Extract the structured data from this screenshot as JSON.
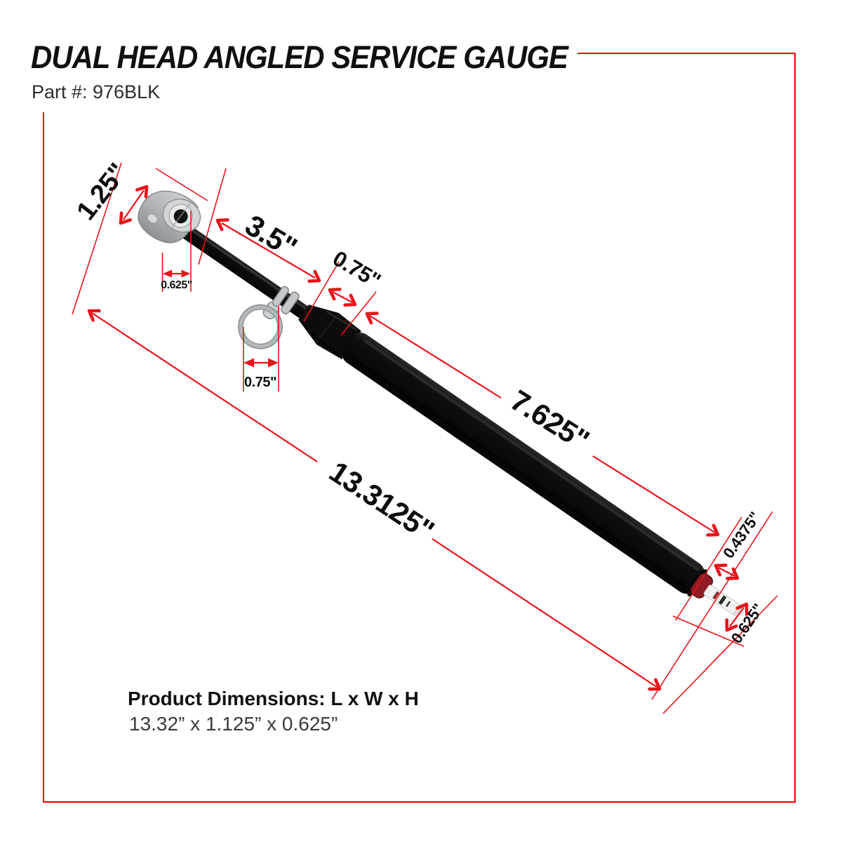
{
  "header": {
    "title": "DUAL HEAD ANGLED SERVICE GAUGE",
    "part_label": "Part #: 976BLK"
  },
  "footer": {
    "dimensions_title": "Product Dimensions: L x W x H",
    "dimensions_value": "13.32” x 1.125” x 0.625”"
  },
  "diagram": {
    "labels": {
      "head_length": "1.25\"",
      "tube_length": "3.5\"",
      "coupling_length": "0.75\"",
      "head_width": "0.625\"",
      "ring_width": "0.75\"",
      "body_length": "7.625\"",
      "overall_length": "13.3125\"",
      "tip_length": "0.4375\"",
      "tip_bar_length": "0.625\""
    },
    "colors": {
      "dimension_red": "#e8141b",
      "frame_red": "#f40000",
      "gauge_black": "#121212",
      "metal_gray": "#bcbfc2",
      "band_red": "#8f1d24",
      "bar_white": "#f3f3f1"
    }
  }
}
